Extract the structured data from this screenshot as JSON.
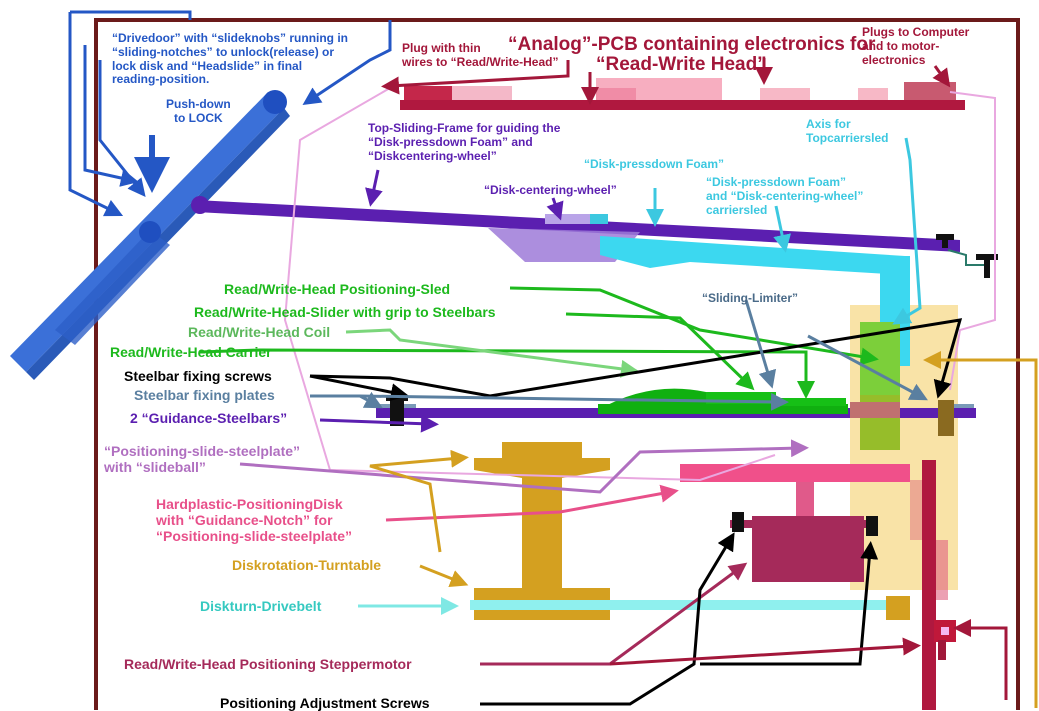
{
  "colors": {
    "blue": "#2457c5",
    "darkred": "#a3173a",
    "purple": "#5b1fb0",
    "cyan": "#3cc8e0",
    "green": "#1db91d",
    "lightgreen": "#7bd67b",
    "black": "#000000",
    "steelblue": "#5a7fa0",
    "violet": "#b06fc0",
    "pink": "#e8508a",
    "gold": "#d4a020",
    "aqua": "#35d9d0",
    "maroon": "#a52a5a"
  },
  "labels": {
    "drivedoor": "“Drivedoor” with “slideknobs” running in\n“sliding-notches” to unlock(release) or\nlock disk and “Headslide” in final\nreading-position.",
    "push_down": "Push-down\nto LOCK",
    "plug_thin": "Plug with thin\nwires to “Read/Write-Head”",
    "analog_pcb_1": "“Analog”-PCB containing electronics for",
    "analog_pcb_2": "“Read-Write Head”",
    "plugs_computer": "Plugs to Computer\nand to motor-\nelectronics",
    "top_sliding_frame": "Top-Sliding-Frame for guiding the\n“Disk-pressdown Foam” and\n“Diskcentering-wheel”",
    "axis_topcarrier": "Axis for\nTopcarriersled",
    "disk_pressdown_foam": "“Disk-pressdown Foam”",
    "disk_centering_wheel": "“Disk-centering-wheel”",
    "pressdown_carriersled": "“Disk-pressdown Foam”\nand “Disk-centering-wheel”\ncarriersled",
    "rw_positioning_sled": "Read/Write-Head Positioning-Sled",
    "rw_slider": "Read/Write-Head-Slider with grip to Steelbars",
    "sliding_limiter": "“Sliding-Limiter”",
    "rw_coil": "Read/Write-Head Coil",
    "rw_carrier": "Read/Write-Head Carrier",
    "steelbar_screws": "Steelbar fixing screws",
    "steelbar_plates": "Steelbar fixing plates",
    "guidance_steelbars": "2 “Guidance-Steelbars”",
    "positioning_steelplate": "“Positioning-slide-steelplate”\nwith “slideball”",
    "hardplastic_disk": "Hardplastic-PositioningDisk\nwith “Guidance-Notch” for\n“Positioning-slide-steelplate”",
    "diskrotation_turntable": "Diskrotation-Turntable",
    "diskturn_drivebelt": "Diskturn-Drivebelt",
    "stepper_motor": "Read/Write-Head Positioning Steppermotor",
    "adjustment_screws": "Positioning Adjustment Screws"
  }
}
